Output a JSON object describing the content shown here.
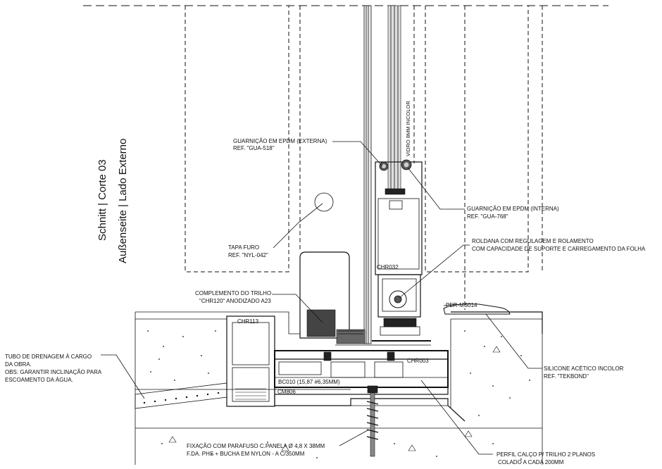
{
  "titles": {
    "line1": "Schnitt | Corte 03",
    "line2": "Außenseite | Lado Externo"
  },
  "labels": {
    "gasket_ext_1": "GUARNIÇÃO EM EPDM (EXTERNA)",
    "gasket_ext_2": "REF. \"GUA-518\"",
    "glass": "VIDRO 8MM INCOLOR",
    "gasket_int_1": "GUARNIÇÃO EM EPDM (INTERNA)",
    "gasket_int_2": "REF. \"GUA-768\"",
    "roller_1": "ROLDANA COM REGULAGEM E ROLAMENTO",
    "roller_2": "COM CAPACIDADE DE SUPORTE E CARREGAMENTO DA FOLHA",
    "cap_1": "TAPA FURO",
    "cap_2": "REF. \"NYL-042\"",
    "chr032": "CHR032",
    "complement_1": "COMPLEMENTO DO TRILHO",
    "complement_2": "\"CHR120\" ANODIZADO A23",
    "per_ms014": "PER-MS014",
    "chr113": "CHR113",
    "drain_1": "TUBO DE DRENAGEM À CARGO",
    "drain_2": "DA OBRA.",
    "drain_3": "OBS: GARANTIR INCLINAÇÃO PARA",
    "drain_4": "ESCOAMENTO DA ÁGUA.",
    "chr003": "CHR003",
    "silicone_1": "SILICONE ACÉTICO INCOLOR",
    "silicone_2": "REF. \"TEKBOND\"",
    "bc010": "BC010 (15,87 #6,35MM)",
    "cm806": "CM806",
    "screw_1": "FIXAÇÃO COM PARAFUSO C.PANELA Ø 4,8 X 38MM",
    "screw_2": "F.DA. PHS + BUCHA EM NYLON - A C/350MM",
    "profile_1": "PERFIL CALÇO P/ TRILHO 2 PLANOS",
    "profile_2": "COLADO A CADA 200MM"
  }
}
